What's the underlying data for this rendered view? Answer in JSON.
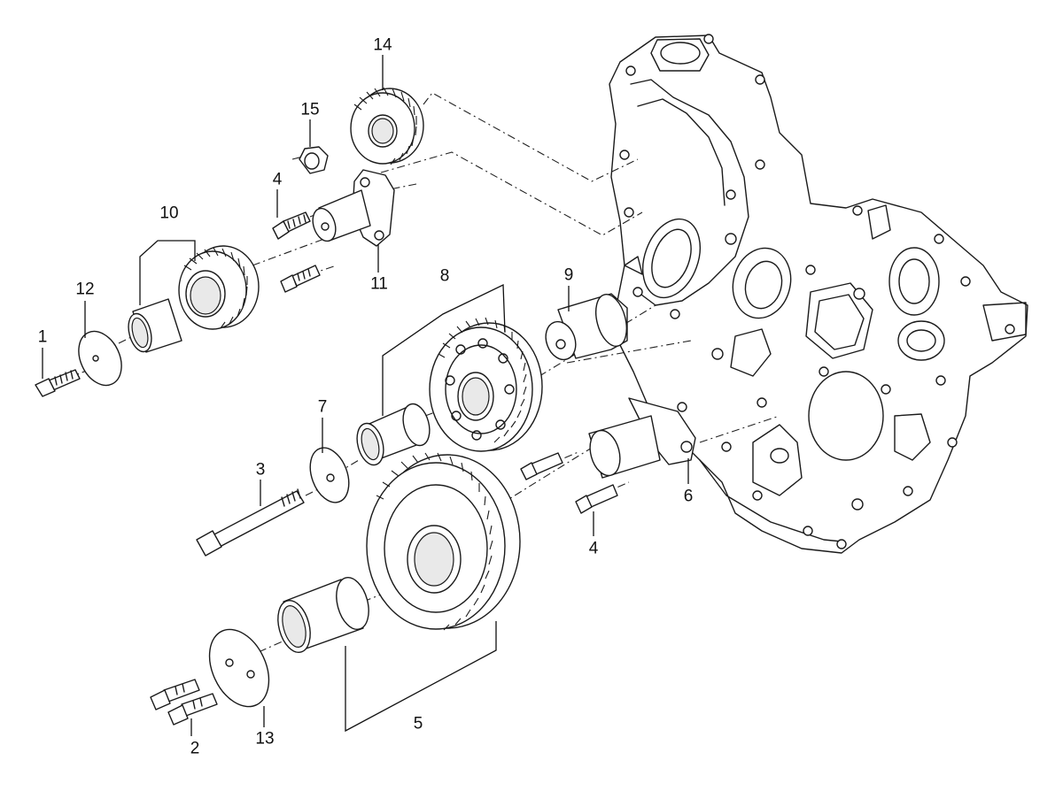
{
  "callouts": {
    "c1": "1",
    "c2": "2",
    "c3": "3",
    "c4a": "4",
    "c4b": "4",
    "c5": "5",
    "c6": "6",
    "c7": "7",
    "c8": "8",
    "c9": "9",
    "c10": "10",
    "c11": "11",
    "c12": "12",
    "c13": "13",
    "c14": "14",
    "c15": "15"
  }
}
